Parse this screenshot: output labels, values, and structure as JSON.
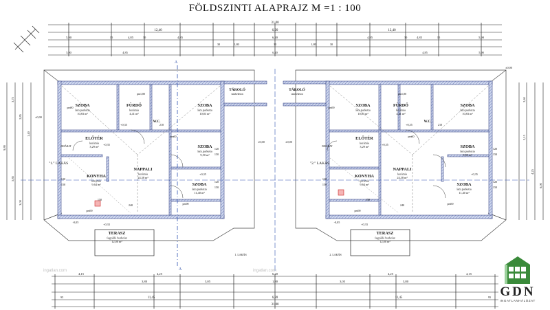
{
  "title": "FÖLDSZINTI ALAPRAJZ M =1 : 100",
  "top_dims": {
    "overall": "31,00",
    "halves": [
      "12,40",
      "6,20",
      "12,40"
    ],
    "row2": [
      "5,90",
      "15",
      "4,85",
      "30",
      "4,85",
      "6,20",
      "4,85",
      "30",
      "4,85",
      "15",
      "5,90"
    ],
    "small": [
      "30",
      "1,80",
      "30",
      "1,80",
      "30"
    ]
  },
  "bottom_dims": {
    "overall": "31,00",
    "row1": [
      "4,15",
      "4,25",
      "6,20",
      "4,25",
      "4,15"
    ],
    "row2": [
      "3,80",
      "3,05",
      "1,80",
      "3,05",
      "3,80"
    ],
    "row3": [
      "11,45",
      "6,20",
      "11,45"
    ],
    "ends": [
      "95",
      "95"
    ]
  },
  "side_dims": {
    "left": [
      "9,80",
      "3,75",
      "2,85",
      "1,40",
      "5,85",
      "3,00"
    ],
    "right": [
      "2,65",
      "2,15",
      "4,25",
      "6,00"
    ]
  },
  "units": [
    {
      "label": "\"1.\" LAKÁS",
      "caption": "1. LAKÁS",
      "rooms": [
        {
          "name": "SZOBA",
          "floor": "lam.parketta",
          "area": "10,83 m²"
        },
        {
          "name": "FÜRDŐ",
          "floor": "kerámia",
          "area": "4,41 m²"
        },
        {
          "name": "SZOBA",
          "floor": "lam.parketta",
          "area": "10,83 m²"
        },
        {
          "name": "ELŐTÉR",
          "floor": "kerámia",
          "area": "3,29 m²"
        },
        {
          "name": "SZOBA",
          "floor": "lam.parketta",
          "area": "9,50 m²"
        },
        {
          "name": "NAPPALI",
          "floor": "kerámia",
          "area": "24,38 m²"
        },
        {
          "name": "KONYHA",
          "floor": "kerámia",
          "area": "9,64 m²"
        },
        {
          "name": "SZOBA",
          "floor": "lam.parketta",
          "area": "11,40 m²"
        },
        {
          "name": "TERASZ",
          "floor": "fagyálló burkolat",
          "area": "12,00 m²"
        }
      ]
    },
    {
      "label": "\"2.\" LAKÁS",
      "caption": "2. LAKÁS",
      "rooms": [
        {
          "name": "SZOBA",
          "floor": "lam.parketta",
          "area": "10,83 m²"
        },
        {
          "name": "FÜRDŐ",
          "floor": "kerámia",
          "area": "4,41 m²"
        },
        {
          "name": "SZOBA",
          "floor": "lam.parketta",
          "area": "10,83 m²"
        },
        {
          "name": "ELŐTÉR",
          "floor": "kerámia",
          "area": "3,29 m²"
        },
        {
          "name": "SZOBA",
          "floor": "lam.parketta",
          "area": "9,50 m²"
        },
        {
          "name": "NAPPALI",
          "floor": "kerámia",
          "area": "24,38 m²"
        },
        {
          "name": "KONYHA",
          "floor": "kerámia",
          "area": "9,64 m²"
        },
        {
          "name": "SZOBA",
          "floor": "lam.parketta",
          "area": "11,40 m²"
        },
        {
          "name": "TERASZ",
          "floor": "fagyálló burkolat",
          "area": "12,00 m²"
        }
      ]
    }
  ],
  "storage": [
    {
      "name": "TÁROLÓ",
      "floor": "szürkebeton"
    },
    {
      "name": "TÁROLÓ",
      "floor": "szürkebeton"
    }
  ],
  "wc_label": "W.C.",
  "misc": {
    "level_plus": "+0,35",
    "level_zero": "±0,00",
    "level_minus": "-0,05",
    "level_033": "+0,33",
    "pm90": "pm90",
    "pm60": "pm60",
    "door_pm180": "pm1,80",
    "section": "A",
    "bejarat": "BEJÁRAT"
  },
  "openings": [
    "120",
    "150",
    "210",
    "90",
    "240",
    "80"
  ],
  "watermark": "ingatlan.com",
  "logo": {
    "brand": "GDN",
    "tagline": "INGATLANHÁLÓZAT"
  },
  "colors": {
    "wall_fill": "#c9d3ea",
    "wall_hatch": "#6e7fb8",
    "line": "#222",
    "red": "#cc2222",
    "blue_dim": "#1a3fa0",
    "logo_green": "#3a8a3a"
  }
}
